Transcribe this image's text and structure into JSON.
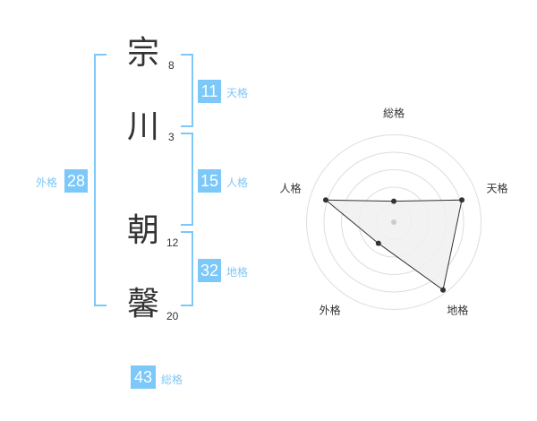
{
  "name": {
    "characters": [
      {
        "char": "宗",
        "strokes": "8"
      },
      {
        "char": "川",
        "strokes": "3"
      },
      {
        "char": "朝",
        "strokes": "12"
      },
      {
        "char": "馨",
        "strokes": "20"
      }
    ]
  },
  "fortunes": {
    "tenkaku": {
      "value": "11",
      "label": "天格"
    },
    "jinkaku": {
      "value": "15",
      "label": "人格"
    },
    "chikaku": {
      "value": "32",
      "label": "地格"
    },
    "gaikaku": {
      "value": "28",
      "label": "外格"
    },
    "soukaku": {
      "value": "43",
      "label": "総格"
    }
  },
  "colors": {
    "accent": "#7cc8f8",
    "text": "#333333",
    "grid": "#dddddd",
    "fill": "#f0f0f0"
  },
  "chart_data": {
    "type": "radar",
    "axes": [
      "総格",
      "天格",
      "地格",
      "外格",
      "人格"
    ],
    "levels": 5,
    "max": 5,
    "values": [
      1.2,
      4.1,
      4.8,
      1.5,
      4.1
    ]
  }
}
